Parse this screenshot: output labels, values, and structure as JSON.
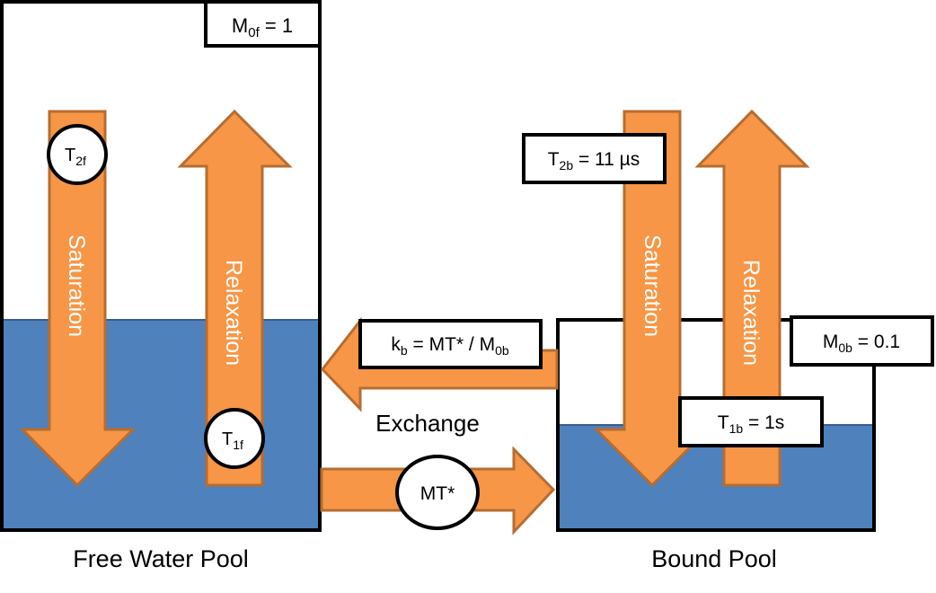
{
  "colors": {
    "water": "#4f81bd",
    "water_edge": "#385d8a",
    "arrow_fill": "#f79646",
    "arrow_edge": "#b66d31",
    "outline": "#000000",
    "text_on_arrow": "#ffffff"
  },
  "free_pool": {
    "label": "Free Water Pool",
    "magnetization": {
      "symbol": "M",
      "sub": "0f",
      "rest": " = 1"
    },
    "saturation_label": "Saturation",
    "relaxation_label": "Relaxation",
    "t2": {
      "symbol": "T",
      "sub": "2f"
    },
    "t1": {
      "symbol": "T",
      "sub": "1f"
    }
  },
  "bound_pool": {
    "label": "Bound Pool",
    "magnetization": {
      "symbol": "M",
      "sub": "0b",
      "rest": " = 0.1"
    },
    "saturation_label": "Saturation",
    "relaxation_label": "Relaxation",
    "t2": {
      "symbol": "T",
      "sub": "2b",
      "rest": " = 11 µs"
    },
    "t1": {
      "symbol": "T",
      "sub": "1b",
      "rest": " = 1s"
    }
  },
  "exchange": {
    "label": "Exchange",
    "rate": {
      "k": "k",
      "k_sub": "b",
      "middle": " = MT* / M",
      "m_sub": "0b"
    },
    "forward_label": "MT*"
  }
}
